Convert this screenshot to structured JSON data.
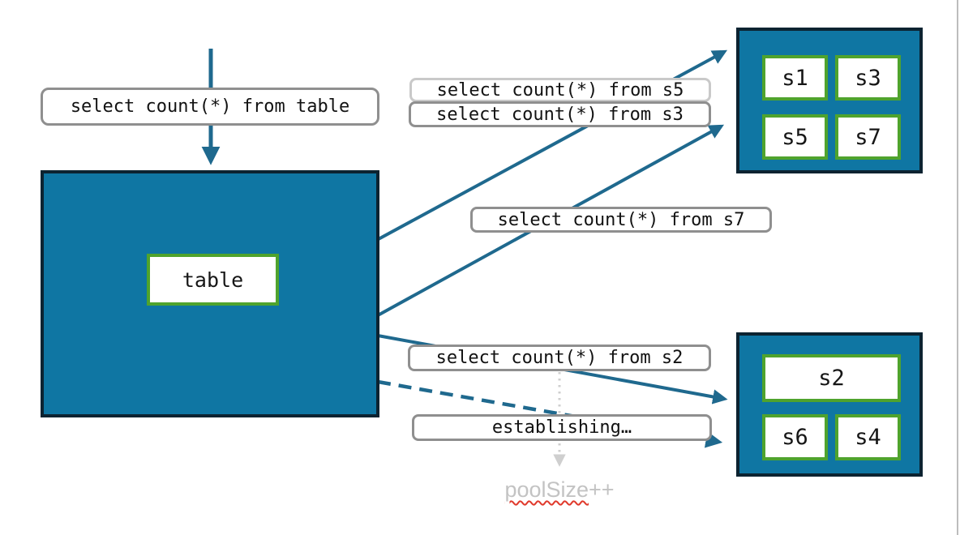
{
  "diagram_title": "sharded query fan-out with connection pool",
  "colors": {
    "node_fill_teal": "#0F76A3",
    "node_border_dark": "#0C2331",
    "shard_border_green": "#4FA32D",
    "arrow_teal": "#1F698E",
    "label_border_gray": "#8F8F8F",
    "label_border_faded_gray": "#C9C9C9",
    "muted_gray_text": "#C3C3C3",
    "spellcheck_squiggle_red": "#E0392B",
    "dotted_arrow_gray": "#CFCFCF"
  },
  "labels": {
    "query_table": "select count(*) from table",
    "query_s5": "select count(*) from s5",
    "query_s3": "select count(*) from s3",
    "query_s7": "select count(*) from s7",
    "query_s2": "select count(*) from s2",
    "establishing": "establishing…",
    "pool_note_flagged": "poolSize",
    "pool_note_suffix": "++"
  },
  "nodes": {
    "table": {
      "label": "table"
    },
    "pool_top": {
      "shards": [
        "s1",
        "s3",
        "s5",
        "s7"
      ]
    },
    "pool_bottom": {
      "shards": [
        "s2",
        "s6",
        "s4"
      ]
    }
  }
}
